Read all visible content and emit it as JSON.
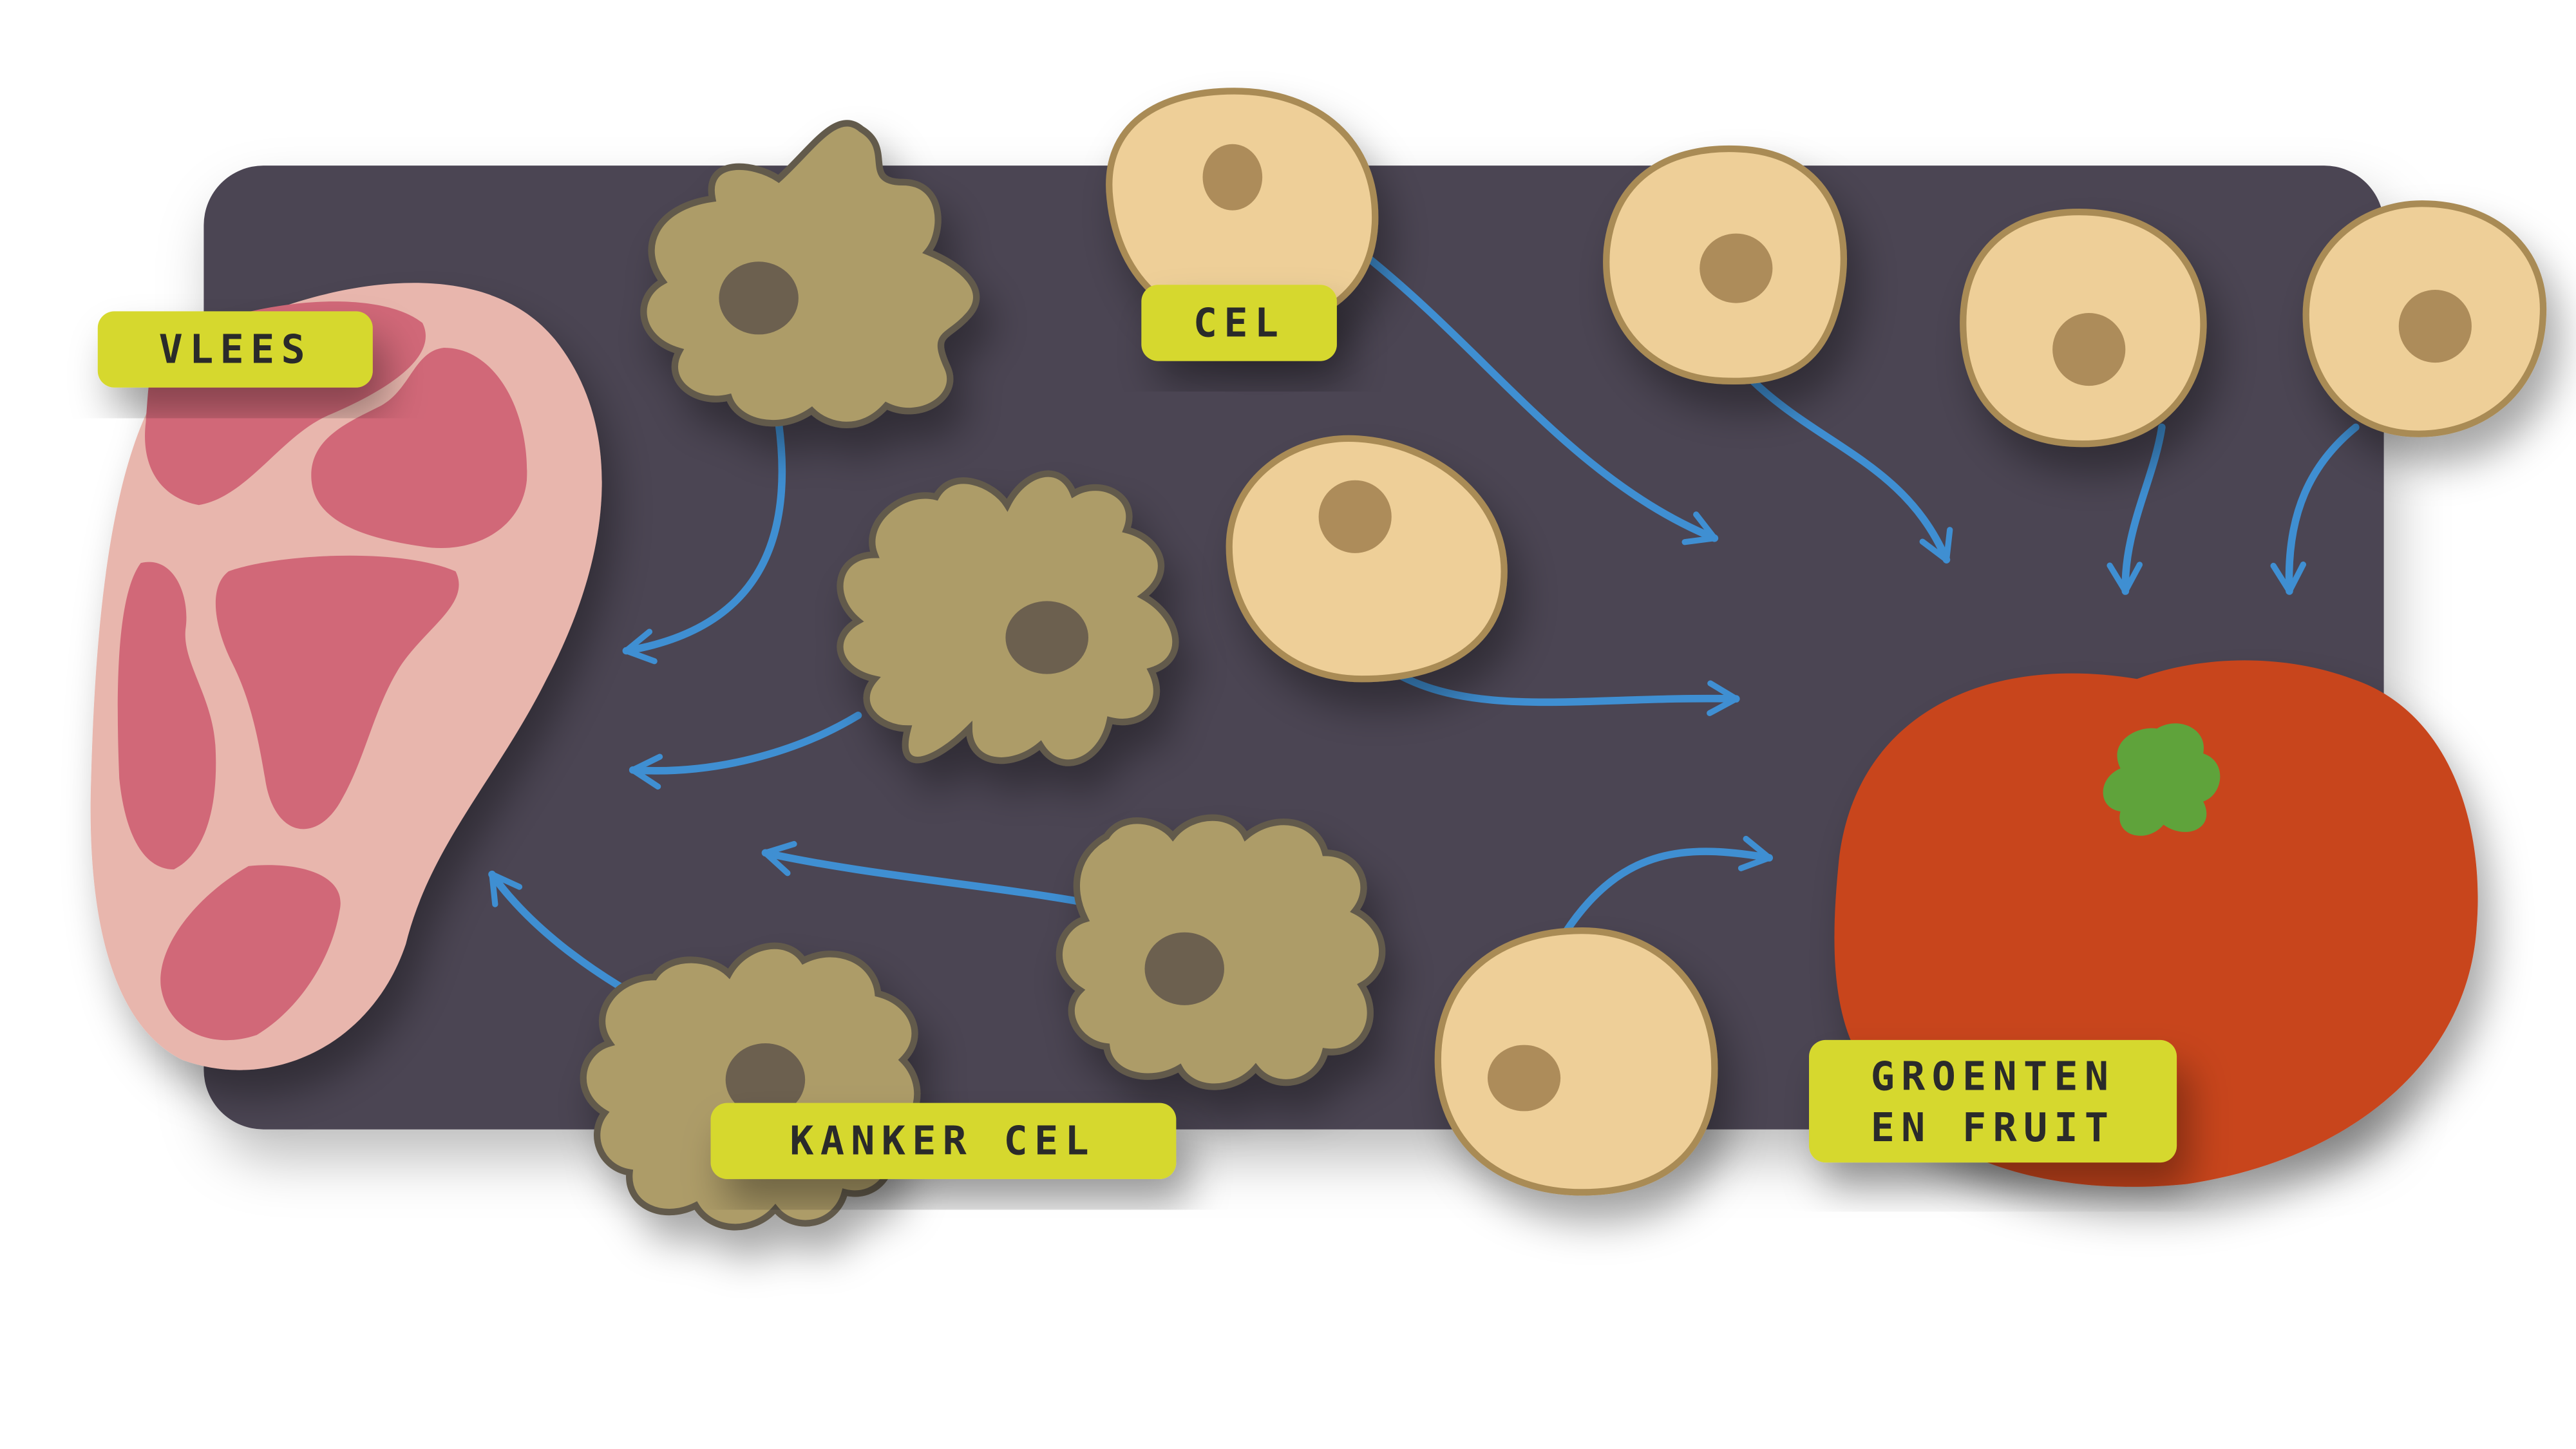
{
  "labels": {
    "meat": "VLEES",
    "cell": "CEL",
    "cancer_cell": "KANKER CEL",
    "produce_line1": "GROENTEN",
    "produce_line2": "EN FRUIT"
  },
  "colors": {
    "board": "#4b4453",
    "label_bg": "#d6d82e",
    "arrow": "#3f8fd2",
    "healthy_cell_fill": "#eecf98",
    "healthy_cell_stroke": "#a98b55",
    "healthy_nucleus": "#ad8c5a",
    "cancer_cell_fill": "#ad9c68",
    "cancer_cell_stroke": "#625a4b",
    "cancer_nucleus": "#6c614f",
    "meat_fat": "#e8b6ad",
    "meat_lean": "#d16878",
    "tomato": "#c8441e",
    "tomato_stem": "#5fa33b"
  },
  "icons": {
    "meat": "steak-icon",
    "produce": "tomato-icon",
    "healthy_cell": "healthy-cell-icon",
    "cancer_cell": "cancer-cell-icon"
  }
}
